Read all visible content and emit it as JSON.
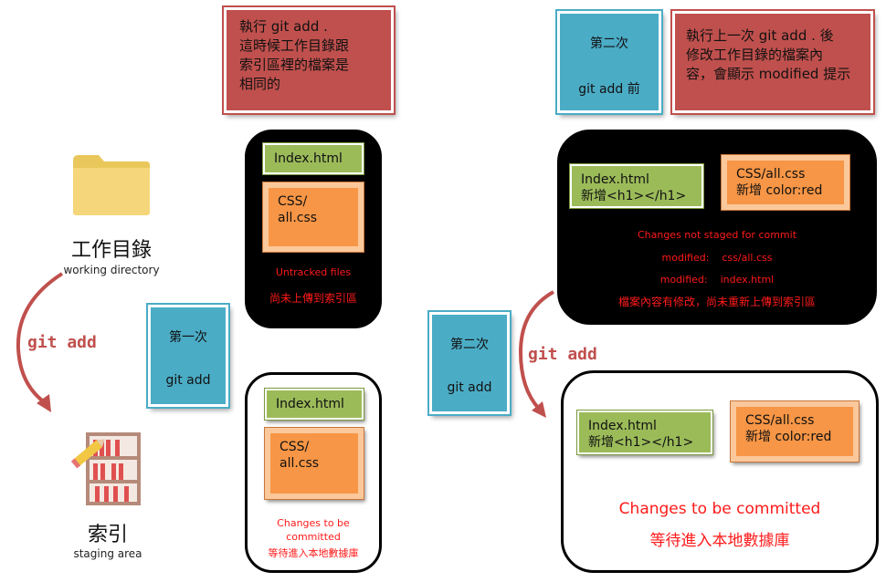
{
  "notes": {
    "first": "執行 git add .\n這時候工作目錄跟\n索引區裡的檔案是\n相同的",
    "second": "執行上一次 git add . 後\n修改工作目錄的檔案內\n容，會顯示 modified 提示"
  },
  "steps": {
    "first": {
      "line1": "第一次",
      "line2": "git add"
    },
    "second_before": {
      "line1": "第二次",
      "line2": "git add 前"
    },
    "second": {
      "line1": "第二次",
      "line2": "git add"
    }
  },
  "left": {
    "working_cn": "工作目錄",
    "working_en": "working directory",
    "staging_cn": "索引",
    "staging_en": "staging area",
    "arrow_label": "git add"
  },
  "panel_untracked": {
    "file1": "Index.html",
    "file2": "CSS/\nall.css",
    "status1": "Untracked files",
    "status2": "尚未上傳到索引區"
  },
  "panel_staged1": {
    "file1": "Index.html",
    "file2": "CSS/\nall.css",
    "status1": "Changes to be\ncommitted",
    "status2": "等待進入本地數據庫"
  },
  "panel_modified": {
    "file1": "Index.html\n新增<h1></h1>",
    "file2": "CSS/all.css\n新增 color:red",
    "status1": "Changes not staged for commit",
    "status2": "modified:    css/all.css",
    "status3": "modified:    index.html",
    "status4": "檔案內容有修改，尚未重新上傳到索引區"
  },
  "panel_staged2": {
    "file1": "Index.html\n新增<h1></h1>",
    "file2": "CSS/all.css\n新增 color:red",
    "status1": "Changes to be committed",
    "status2": "等待進入本地數據庫"
  },
  "right_arrow_label": "git add",
  "colors": {
    "note_red": "#c0504d",
    "step_blue": "#4bacc6",
    "file_green": "#9bbb59",
    "file_orange": "#f79646",
    "status_red": "#ff1a1a"
  }
}
